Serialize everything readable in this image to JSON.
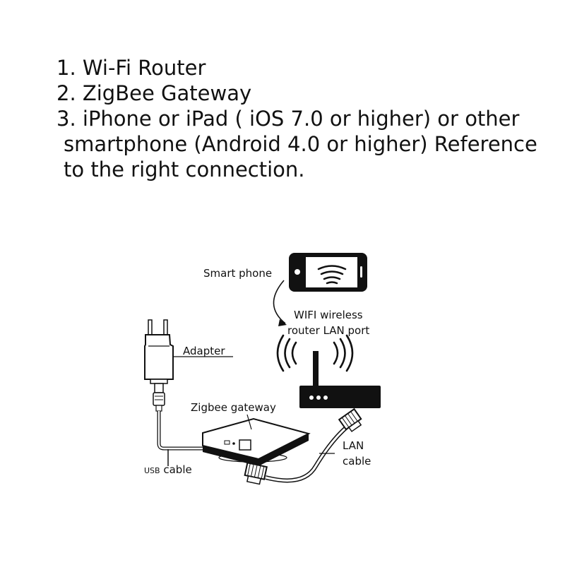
{
  "instructions": {
    "lines": [
      "1. Wi-Fi Router",
      "2. ZigBee Gateway",
      "3. iPhone or iPad ( iOS 7.0 or higher) or other",
      "smartphone (Android 4.0 or higher) Reference",
      "to the right connection."
    ]
  },
  "diagram": {
    "labels": {
      "smart_phone": "Smart phone",
      "wifi_line1": "WIFI wireless",
      "wifi_line2": "router LAN port",
      "adapter": "Adapter",
      "zigbee_gateway": "Zigbee gateway",
      "lan_line1": "LAN",
      "lan_line2": "cable",
      "usb_prefix": "USB",
      "usb_suffix": " cable"
    },
    "icons": [
      "smartphone-icon",
      "wifi-signal-icon",
      "router-icon",
      "power-adapter-icon",
      "zigbee-gateway-icon",
      "lan-connector-icon",
      "usb-plug-icon"
    ]
  }
}
